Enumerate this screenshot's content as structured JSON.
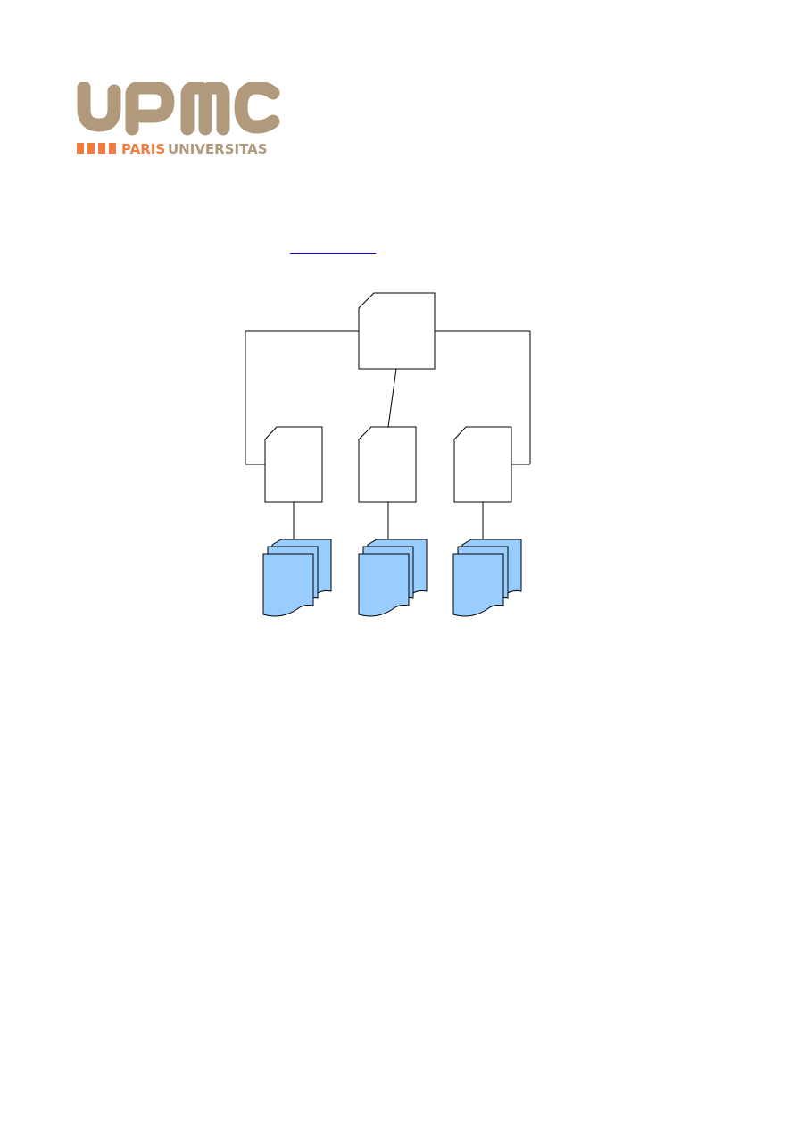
{
  "logo": {
    "wordmark": "UPMC",
    "tagline_part1": "PARIS",
    "tagline_part2": "UNIVERSITAS"
  },
  "colors": {
    "logo_tan": "#b19a7c",
    "logo_orange": "#f07c3f",
    "link": "#0000ee",
    "stroke": "#000000",
    "doc_fill": "#99ccff"
  },
  "diagram": {
    "root_node": {
      "label": ""
    },
    "child_nodes": [
      {
        "label": ""
      },
      {
        "label": ""
      },
      {
        "label": ""
      }
    ],
    "document_stacks": [
      {
        "icon": "document-stack-icon"
      },
      {
        "icon": "document-stack-icon"
      },
      {
        "icon": "document-stack-icon"
      }
    ]
  }
}
